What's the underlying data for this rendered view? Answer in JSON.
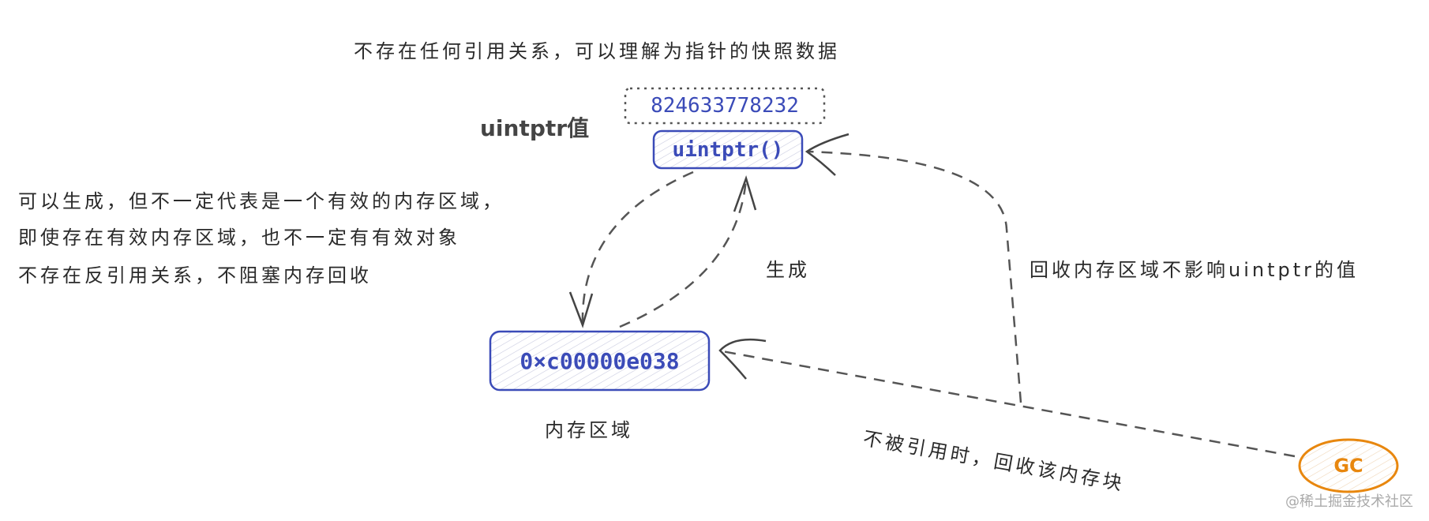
{
  "top_note": "不存在任何引用关系，可以理解为指针的快照数据",
  "uintptr_value_label": "uintptr值",
  "uintptr_value": "824633778232",
  "uintptr_func": "uintptr()",
  "left_notes": [
    "可以生成，但不一定代表是一个有效的内存区域，",
    "即使存在有效内存区域，也不一定有有效对象",
    "不存在反引用关系，不阻塞内存回收"
  ],
  "generate_label": "生成",
  "memory_address": "0×c00000e038",
  "memory_region_label": "内存区域",
  "right_note": "回收内存区域不影响uintptr的值",
  "gc_note": "不被引用时，回收该内存块",
  "gc_label": "GC",
  "watermark": "@稀土掘金技术社区",
  "colors": {
    "blue": "#3b4bb8",
    "orange": "#e8870e",
    "text": "#2a2a2a",
    "arrow": "#555555"
  }
}
